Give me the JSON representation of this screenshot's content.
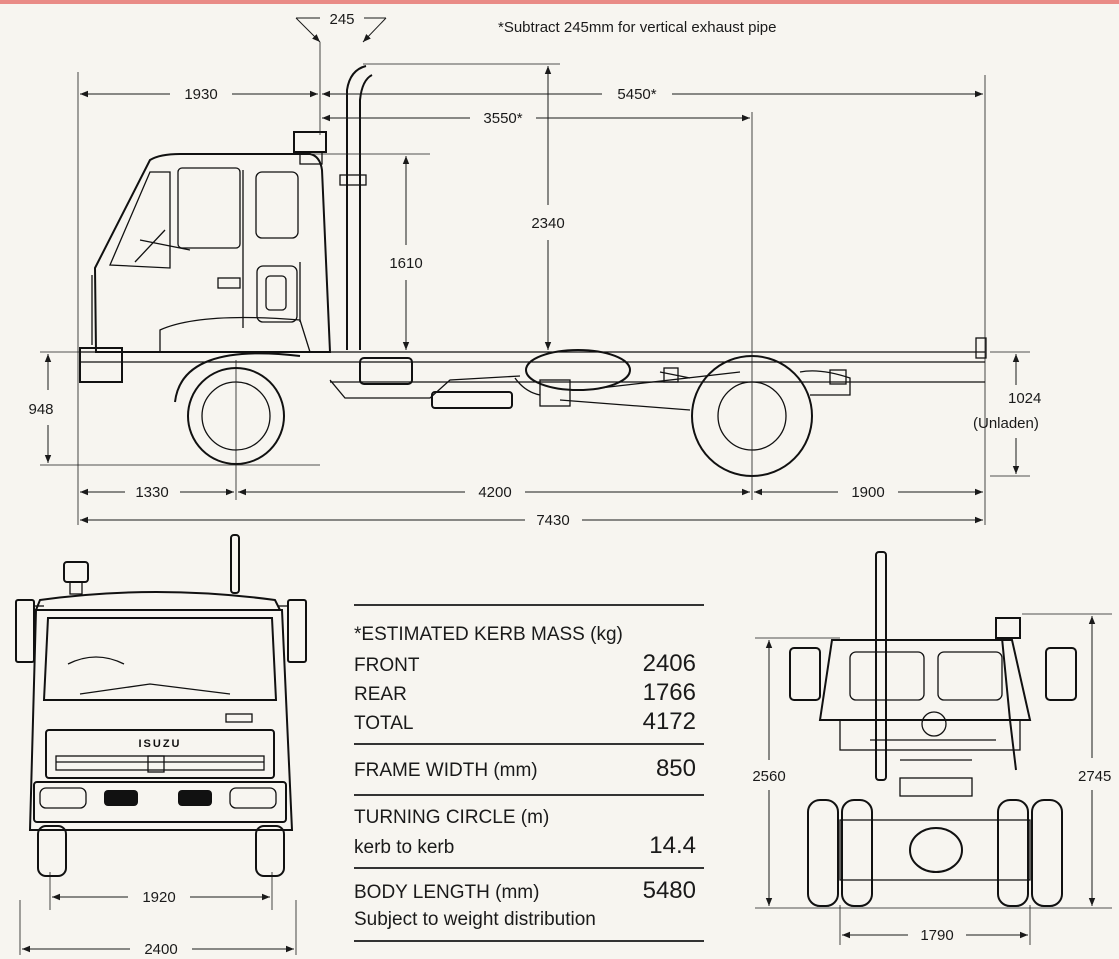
{
  "note": "*Subtract 245mm for vertical exhaust pipe",
  "side_view": {
    "exhaust_offset": "245",
    "front_to_cab": "1930",
    "cab_to_rear": "5450*",
    "exhaust_to_axle": "3550*",
    "exhaust_height": "2340",
    "cab_height": "1610",
    "frame_height": "948",
    "rear_height": "1024",
    "rear_height_note": "(Unladen)",
    "front_overhang": "1330",
    "wheelbase": "4200",
    "rear_overhang": "1900",
    "overall_length": "7430"
  },
  "front_view": {
    "badge": "ISUZU",
    "track": "1920",
    "overall_width": "2400"
  },
  "rear_view": {
    "left_height": "2560",
    "right_height": "2745",
    "track": "1790"
  },
  "spec": {
    "kerb_title": "*ESTIMATED KERB MASS (kg)",
    "front_label": "FRONT",
    "front_value": "2406",
    "rear_label": "REAR",
    "rear_value": "1766",
    "total_label": "TOTAL",
    "total_value": "4172",
    "frame_label": "FRAME WIDTH (mm)",
    "frame_value": "850",
    "turning_title": "TURNING CIRCLE (m)",
    "turning_label": "kerb to kerb",
    "turning_value": "14.4",
    "body_label": "BODY LENGTH (mm)",
    "body_value": "5480",
    "body_note": "Subject to weight distribution"
  }
}
